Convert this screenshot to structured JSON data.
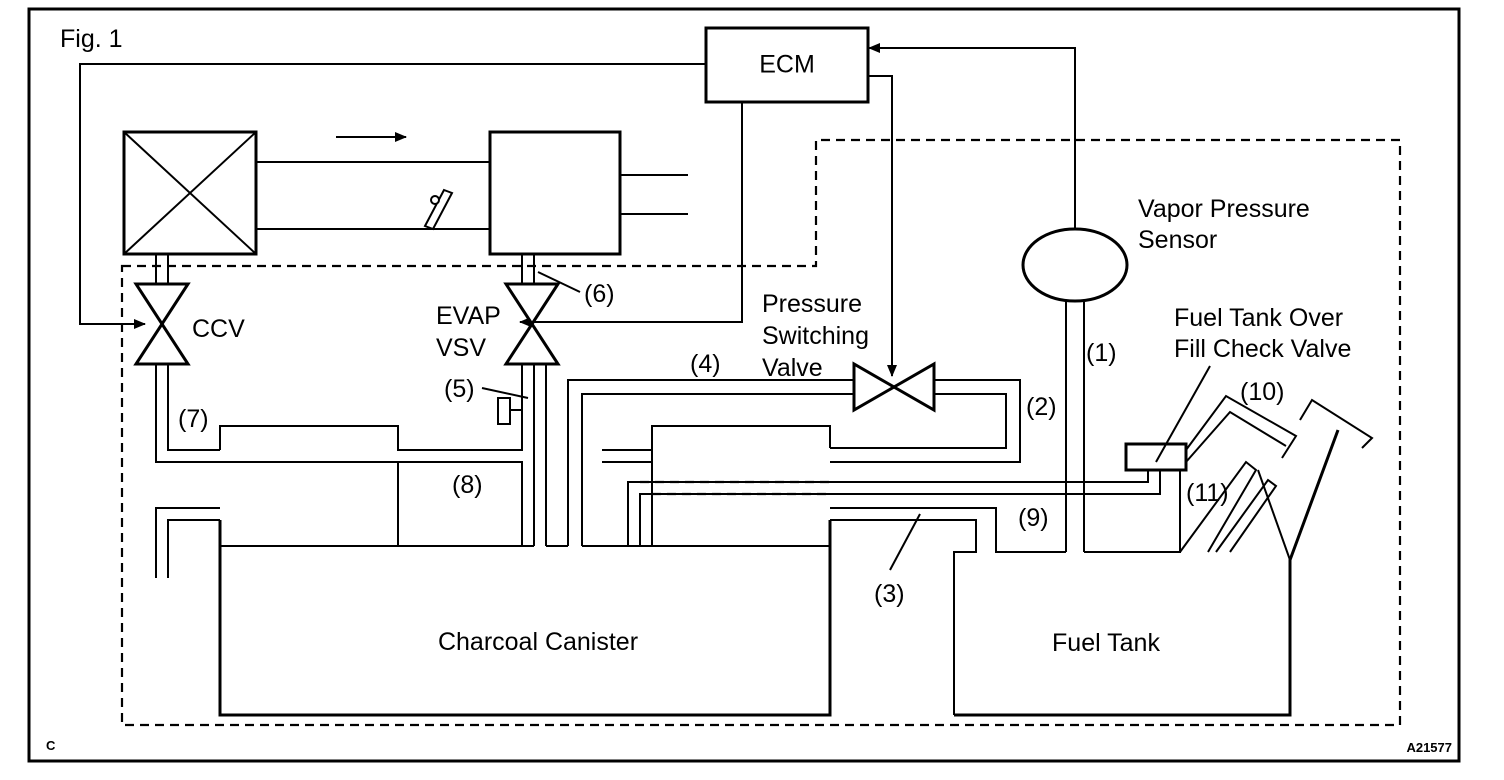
{
  "figure": {
    "title": "Fig. 1",
    "corner_letter": "C",
    "figure_code": "A21577"
  },
  "components": {
    "ecm": "ECM",
    "ccv": "CCV",
    "evap_vsv_line1": "EVAP",
    "evap_vsv_line2": "VSV",
    "pressure_switching_valve_line1": "Pressure",
    "pressure_switching_valve_line2": "Switching",
    "pressure_switching_valve_line3": "Valve",
    "vapor_pressure_sensor_line1": "Vapor Pressure",
    "vapor_pressure_sensor_line2": "Sensor",
    "fuel_tank_over_fill_check_valve_line1": "Fuel Tank Over",
    "fuel_tank_over_fill_check_valve_line2": "Fill Check Valve",
    "charcoal_canister": "Charcoal Canister",
    "fuel_tank": "Fuel Tank"
  },
  "callouts": [
    "(1)",
    "(2)",
    "(3)",
    "(4)",
    "(5)",
    "(6)",
    "(7)",
    "(8)",
    "(9)",
    "(10)",
    "(11)"
  ]
}
